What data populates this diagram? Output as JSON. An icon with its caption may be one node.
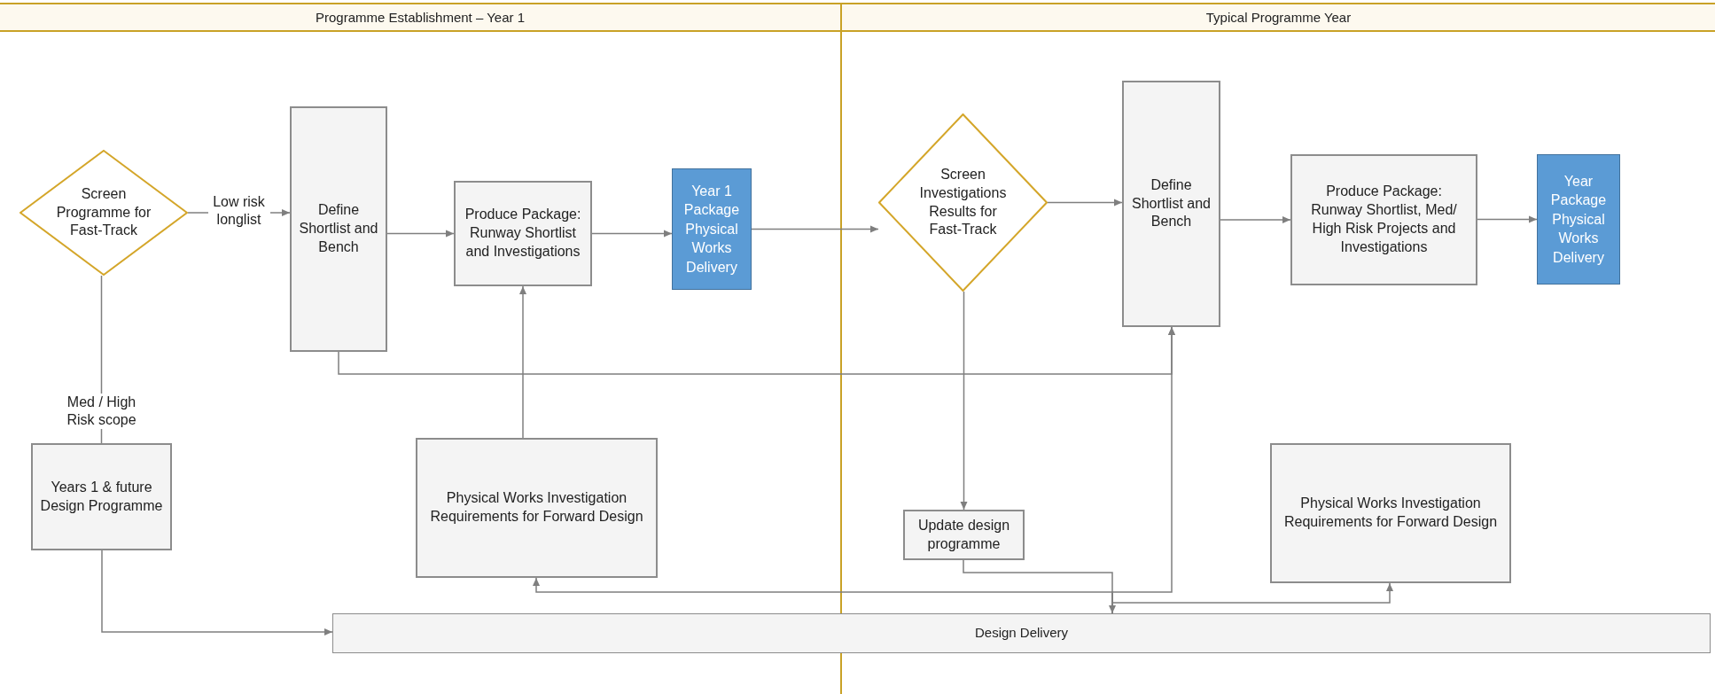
{
  "diagram": {
    "nodes": [
      {
        "text": [
          "Screen Programme for Fast-Track"
        ]
      },
      {
        "text": [
          "Define Shortlist and Bench"
        ]
      },
      {
        "text": [
          "Produce Package: Runway Shortlist and Investigations"
        ]
      },
      {
        "text": [
          "Year 1 Package Physical Works Delivery"
        ]
      },
      {
        "text": [
          "Screen Investigations Results for Fast-Track"
        ]
      },
      {
        "text": [
          "Define Shortlist and Bench"
        ]
      },
      {
        "text": [
          "Produce Package: Runway Shortlist, Med/ High Risk Projects and Investigations"
        ]
      },
      {
        "text": [
          "Year Package Physical Works Delivery"
        ]
      },
      {
        "text": [
          "Years 1 & future Design Programme"
        ]
      },
      {
        "text": [
          "Physical Works Investigation Requirements for Forward Design"
        ]
      },
      {
        "text": [
          "Update design programme"
        ]
      },
      {
        "text": [
          "Physical Works Investigation Requirements for Forward Design"
        ]
      },
      {
        "text": [
          "Design Delivery"
        ]
      }
    ],
    "edges": [
      {
        "from": 0,
        "to": 1,
        "arrow": "to",
        "label": "Low risk longlist"
      },
      {
        "from": 1,
        "to": 2,
        "arrow": "to"
      },
      {
        "from": 2,
        "to": 3,
        "arrow": "to"
      },
      {
        "from": 3,
        "to": 4,
        "arrow": "to"
      },
      {
        "from": 4,
        "to": 5,
        "arrow": "to"
      },
      {
        "from": 5,
        "to": 6,
        "arrow": "to"
      },
      {
        "from": 6,
        "to": 7,
        "arrow": "to"
      },
      {
        "from": 0,
        "to": 8,
        "arrow": "none",
        "label": "Med / High Risk scope"
      },
      {
        "from": 9,
        "to": 2,
        "arrow": "to"
      },
      {
        "from": 1,
        "to": 5,
        "arrow": "to"
      },
      {
        "from": 4,
        "to": 10,
        "arrow": "to"
      },
      {
        "from": 8,
        "to": 12,
        "arrow": "to"
      },
      {
        "from": 10,
        "to": 12,
        "arrow": "to"
      },
      {
        "from": 12,
        "to": 9,
        "arrow": "to"
      },
      {
        "from": 12,
        "to": 5,
        "arrow": "to"
      },
      {
        "from": 12,
        "to": 11,
        "arrow": "to"
      }
    ],
    "labels": [
      "Programme Establishment – Year 1",
      "Typical Programme Year"
    ]
  }
}
